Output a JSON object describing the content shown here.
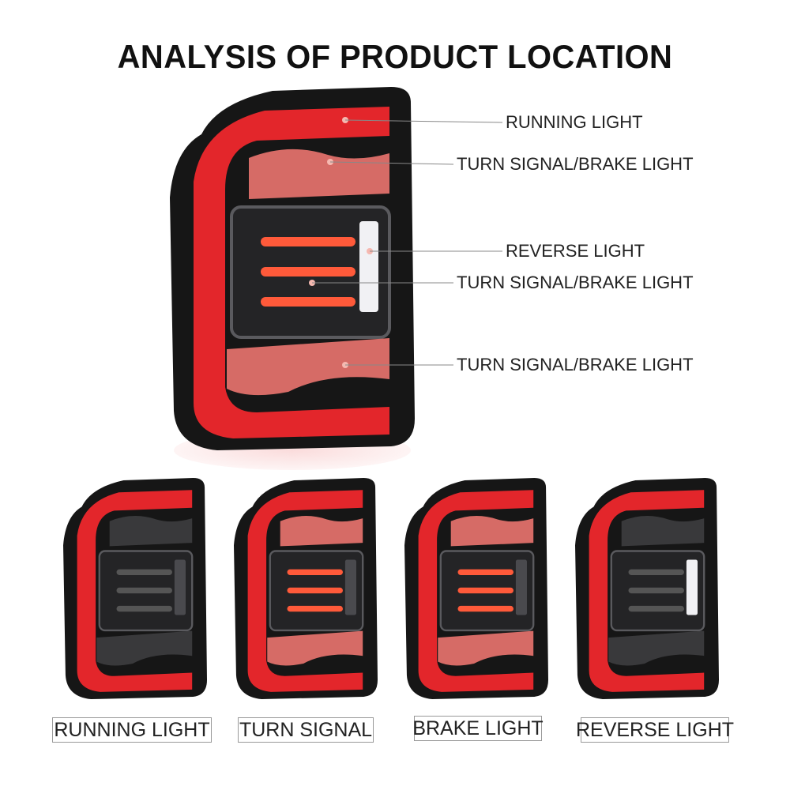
{
  "title": "ANALYSIS OF PRODUCT LOCATION",
  "callouts": [
    {
      "label": "RUNNING LIGHT"
    },
    {
      "label": "TURN SIGNAL/BRAKE LIGHT"
    },
    {
      "label": "REVERSE LIGHT"
    },
    {
      "label": "TURN SIGNAL/BRAKE LIGHT"
    },
    {
      "label": "TURN SIGNAL/BRAKE LIGHT"
    }
  ],
  "variants": [
    {
      "label": "RUNNING LIGHT",
      "state": "running"
    },
    {
      "label": "TURN SIGNAL",
      "state": "turn"
    },
    {
      "label": "BRAKE LIGHT",
      "state": "brake"
    },
    {
      "label": "REVERSE LIGHT",
      "state": "reverse"
    }
  ],
  "colors": {
    "body": "#161616",
    "red": "#e3262b",
    "lens_lit": "#e0706a",
    "lens_off": "#3b3b3d",
    "reverse_lit": "#f1f1f4",
    "reverse_off": "#4a4a4e",
    "bar_lit": "#ff5a3a",
    "bar_off": "#555"
  }
}
